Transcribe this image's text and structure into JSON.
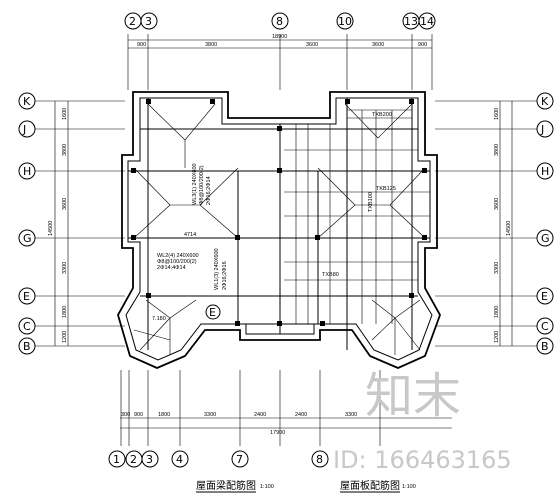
{
  "grid": {
    "top_axes": [
      "2",
      "3",
      "8",
      "10",
      "13",
      "14"
    ],
    "bottom_axes": [
      "1",
      "2",
      "3",
      "4",
      "7",
      "8"
    ],
    "left_axes": [
      "K",
      "J",
      "H",
      "G",
      "E",
      "C",
      "B"
    ],
    "right_axes": [
      "K",
      "J",
      "H",
      "G",
      "E",
      "C",
      "B"
    ],
    "extra_axis": "E"
  },
  "dimensions": {
    "top_segments": [
      "900",
      "3800",
      "3600",
      "3600",
      "900"
    ],
    "top_total": "18900",
    "bottom_segments": [
      "300",
      "900",
      "1800",
      "3300",
      "2400",
      "2400",
      "3300"
    ],
    "bottom_total": "17900",
    "left_segments": [
      "1600",
      "3800",
      "3600",
      "3300",
      "1800",
      "1200"
    ],
    "left_total": "14500",
    "right_segments": [
      "1600",
      "3800",
      "3600",
      "3300",
      "1800",
      "1200"
    ],
    "right_total": "14500"
  },
  "annotations": {
    "beam_1": "WL3(1) 240X600",
    "beam_1b": "Φ8@100/200(2)",
    "beam_1c": "2Φ16;2Φ14",
    "beam_2": "WL2(4) 240X600",
    "beam_2b": "Φ8@100/200(2)",
    "beam_2c": "2Φ14;4Φ14",
    "beam_3": "WL1(3) 240X600",
    "beam_3b": "2Φ16;2Φ16",
    "label_a": "4714",
    "label_b": "7.180",
    "label_c": "TXB200",
    "label_d": "TKB125",
    "label_e": "TXB100",
    "label_f": "TXB80"
  },
  "titles": {
    "left": "屋面梁配筋图",
    "left_scale": "1:100",
    "right": "屋面板配筋图",
    "right_scale": "1:100"
  },
  "watermark": {
    "brand": "知末",
    "id": "ID: 166463165"
  }
}
